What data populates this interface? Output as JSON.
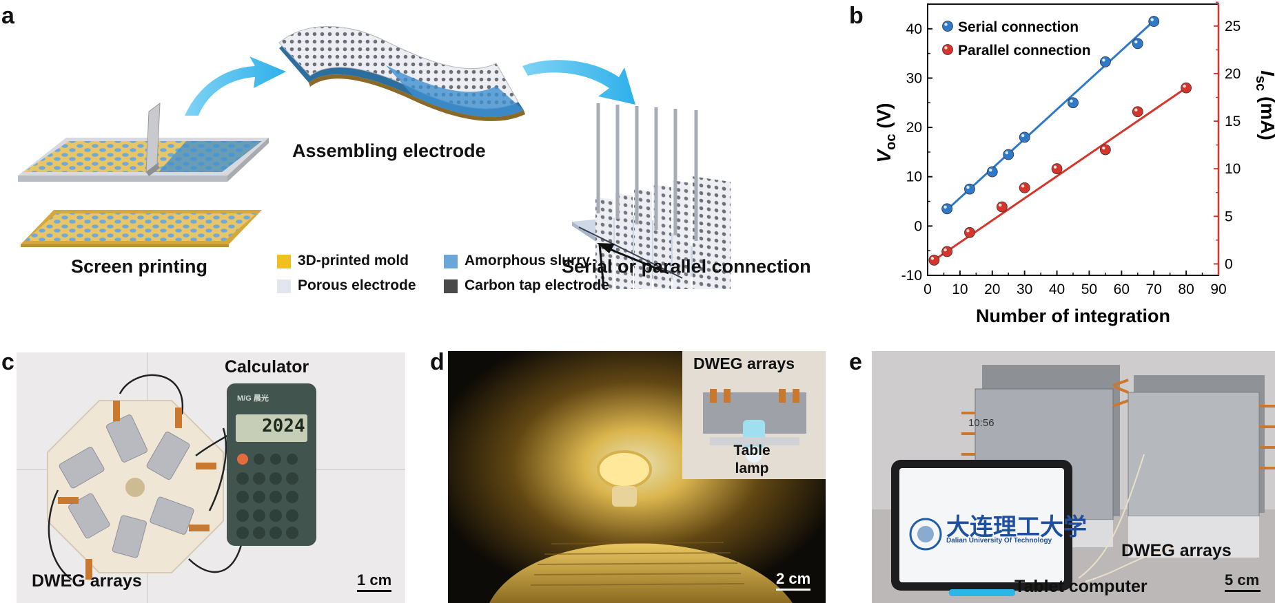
{
  "panels": {
    "a": {
      "letter": "a",
      "captions": {
        "screen_printing": "Screen printing",
        "assembling": "Assembling electrode",
        "connection": "Serial or parallel connection"
      },
      "legend": [
        {
          "label": "3D-printed mold",
          "color": "#f0c020"
        },
        {
          "label": "Amorphous slurry",
          "color": "#6aa6d8"
        },
        {
          "label": "Porous electrode",
          "color": "#e4e6ee"
        },
        {
          "label": "Carbon tap electrode",
          "color": "#4a4a4a"
        }
      ]
    },
    "b": {
      "letter": "b"
    },
    "c": {
      "letter": "c",
      "calculator": "Calculator",
      "calc_display": "2024",
      "calc_brand": "M/G 晨光",
      "arrays": "DWEG arrays",
      "scale": "1 cm"
    },
    "d": {
      "letter": "d",
      "arrays": "DWEG arrays",
      "lamp": "Table lamp",
      "scale": "2 cm"
    },
    "e": {
      "letter": "e",
      "arrays": "DWEG arrays",
      "tablet": "Tablet computer",
      "scale": "5 cm",
      "screen_time": "10:56",
      "uni_cn": "大连理工大学",
      "uni_en": "Dalian University Of Technology"
    }
  },
  "chart_data": {
    "type": "scatter",
    "xlabel": "Number of integration",
    "ylabel_left": "V_oc (V)",
    "ylabel_right": "I_sc (mA)",
    "xlim": [
      0,
      90
    ],
    "xticks": [
      0,
      10,
      20,
      30,
      40,
      50,
      60,
      70,
      80,
      90
    ],
    "ylim_left": [
      -10,
      45
    ],
    "yticks_left": [
      -10,
      0,
      10,
      20,
      30,
      40
    ],
    "ylim_right": [
      -1.2,
      27.3
    ],
    "yticks_right": [
      0,
      5,
      10,
      15,
      20,
      25
    ],
    "legend_position": "top-left",
    "series": [
      {
        "name": "Serial connection",
        "axis": "left",
        "color": "#2f7ac8",
        "x": [
          6,
          13,
          20,
          25,
          30,
          45,
          55,
          65,
          70
        ],
        "y": [
          3.5,
          7.5,
          11,
          14.5,
          18,
          25,
          33.3,
          37,
          41.5
        ],
        "fit": [
          [
            6,
            3.3
          ],
          [
            70,
            41.6
          ]
        ]
      },
      {
        "name": "Parallel connection",
        "axis": "right",
        "color": "#d5352a",
        "x": [
          2,
          6,
          13,
          23,
          30,
          40,
          55,
          65,
          80
        ],
        "y": [
          0.4,
          1.3,
          3.3,
          6.0,
          8.0,
          10.0,
          12.0,
          16.0,
          18.5
        ],
        "fit": [
          [
            2,
            0.4
          ],
          [
            80,
            18.5
          ]
        ]
      }
    ]
  }
}
